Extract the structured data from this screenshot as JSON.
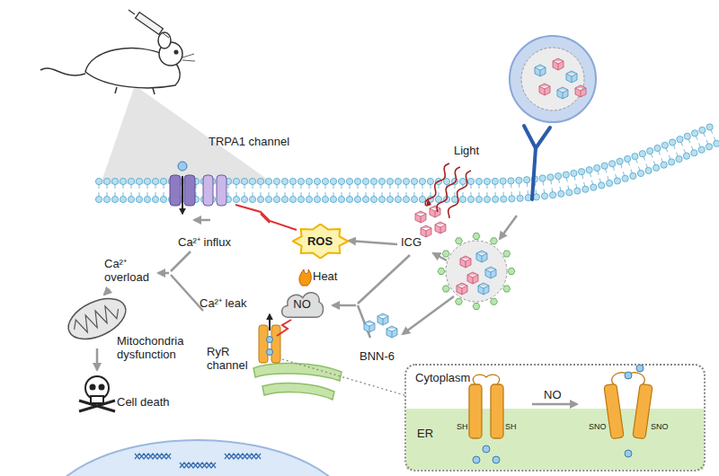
{
  "diagram": {
    "nodes": [
      {
        "text": [
          "ROS"
        ]
      },
      {
        "text": [
          "NO"
        ]
      },
      {
        "text": [
          "Cytoplasm"
        ]
      },
      {
        "text": [
          "ER"
        ],
        "in": 2
      }
    ],
    "labels": [
      "TRPA1 channel",
      "Light",
      "Ca²⁺ influx",
      "ICG",
      "Ca²⁺ overload",
      "Heat",
      "Ca²⁺ leak",
      "BNN-6",
      "Mitochondria dysfunction",
      "RyR channel",
      "Cell death",
      "SH",
      "SH",
      "NO",
      "SNO",
      "SNO"
    ]
  }
}
